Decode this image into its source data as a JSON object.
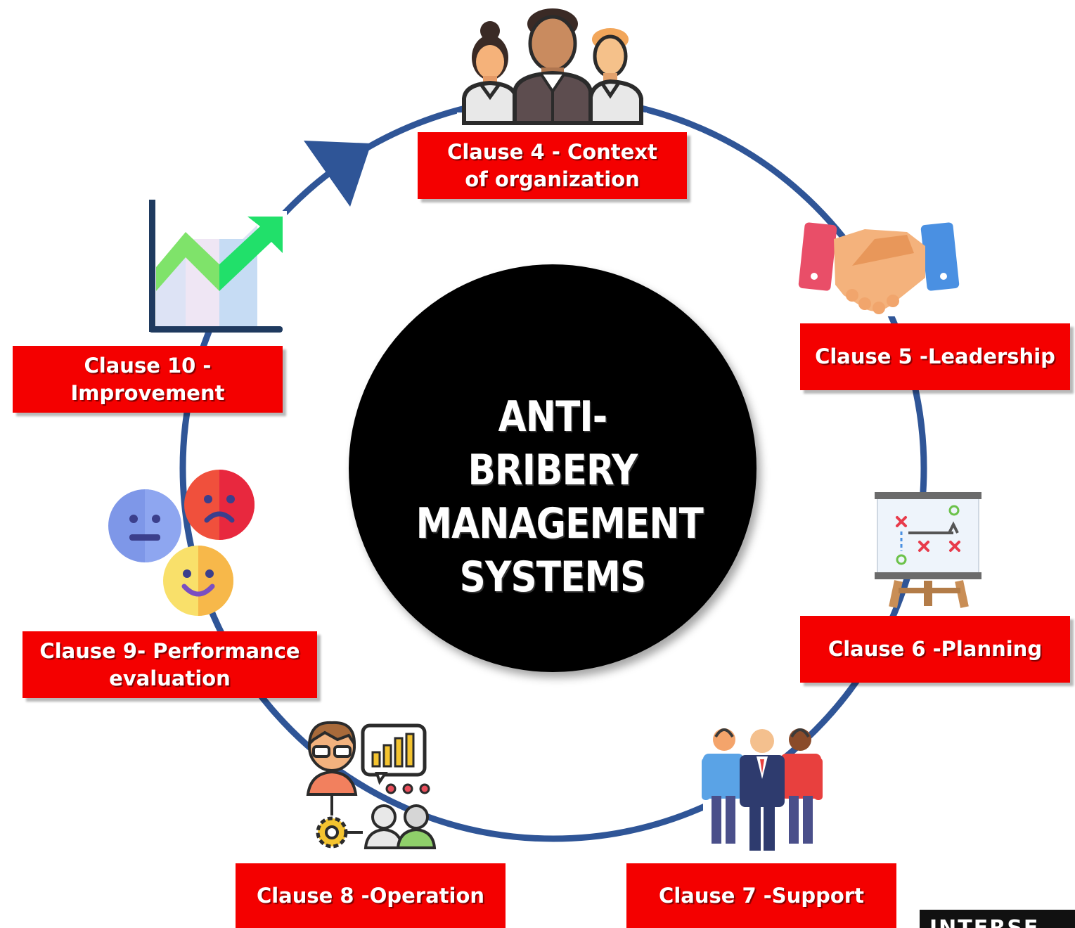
{
  "center": {
    "title_lines": [
      "ANTI-BRIBERY",
      "MANAGEMENT",
      "SYSTEMS"
    ]
  },
  "clauses": {
    "c4": "Clause 4 - Context of organization",
    "c5": "Clause 5 -Leadership",
    "c6": "Clause 6 -Planning",
    "c7": "Clause 7 -Support",
    "c8": "Clause 8 -Operation",
    "c9": "Clause 9- Performance evaluation",
    "c10": "Clause 10 - Improvement"
  },
  "icons": {
    "c4": "team-people-icon",
    "c5": "handshake-icon",
    "c6": "strategy-board-icon",
    "c7": "support-staff-icon",
    "c8": "operation-team-icon",
    "c9": "emoji-faces-icon",
    "c10": "growth-chart-icon"
  },
  "colors": {
    "ring": "#2f5597",
    "label_bg": "#f40000",
    "center_bg": "#000000",
    "label_text": "#ffffff"
  },
  "watermark": {
    "text": "INTERSE"
  }
}
